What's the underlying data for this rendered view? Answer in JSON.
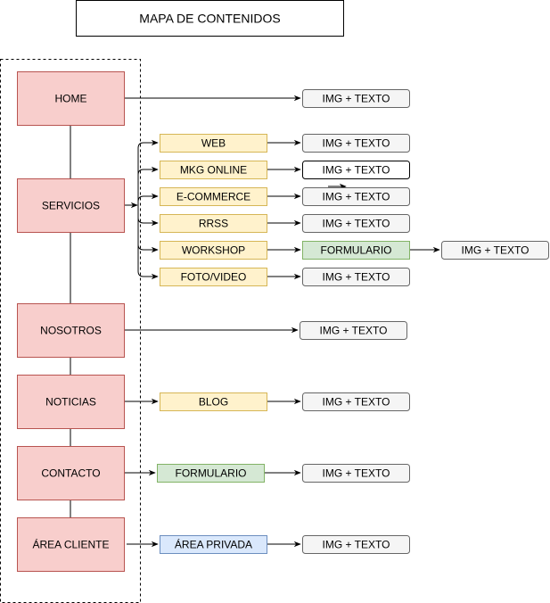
{
  "title": "MAPA DE CONTENIDOS",
  "colors": {
    "main_fill": "#f8cecc",
    "main_stroke": "#b85450",
    "sub_fill": "#fff2cc",
    "sub_stroke": "#d6b656",
    "form_fill": "#d5e8d4",
    "form_stroke": "#82b366",
    "private_fill": "#dae8fc",
    "private_stroke": "#6c8ebf",
    "content_fill": "#f5f5f5",
    "content_stroke": "#666666"
  },
  "main_nodes": [
    {
      "label": "HOME"
    },
    {
      "label": "SERVICIOS"
    },
    {
      "label": "NOSOTROS"
    },
    {
      "label": "NOTICIAS"
    },
    {
      "label": "CONTACTO"
    },
    {
      "label": "ÁREA CLIENTE"
    }
  ],
  "servicios_children": [
    {
      "label": "WEB"
    },
    {
      "label": "MKG ONLINE"
    },
    {
      "label": "E-COMMERCE"
    },
    {
      "label": "RRSS"
    },
    {
      "label": "WORKSHOP"
    },
    {
      "label": "FOTO/VIDEO"
    }
  ],
  "secondary_nodes": {
    "workshop_form": "FORMULARIO",
    "blog": "BLOG",
    "contact_form": "FORMULARIO",
    "private_area": "ÁREA PRIVADA"
  },
  "content_label": "IMG + TEXTO"
}
